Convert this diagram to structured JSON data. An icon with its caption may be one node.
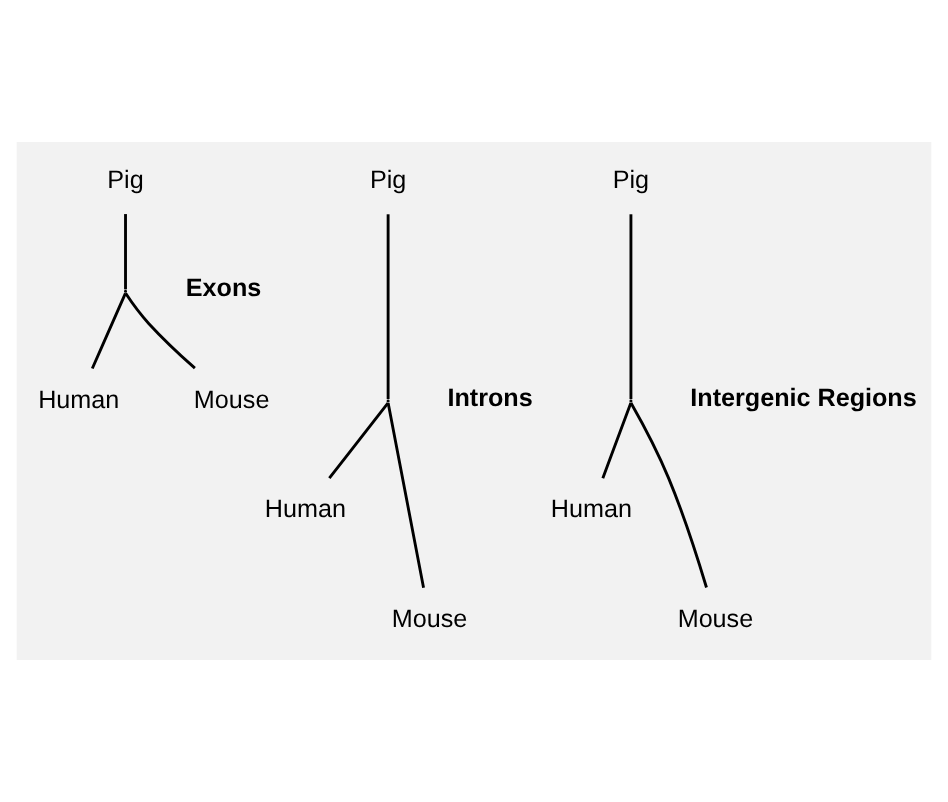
{
  "diagram": {
    "nodes": [
      {
        "text": [
          "Pig"
        ]
      },
      {
        "text": [],
        "shape": "point"
      },
      {
        "text": [
          "Human"
        ]
      },
      {
        "text": [
          "Mouse"
        ]
      },
      {
        "text": [
          "Pig"
        ]
      },
      {
        "text": [],
        "shape": "point"
      },
      {
        "text": [
          "Human"
        ]
      },
      {
        "text": [
          "Mouse"
        ]
      },
      {
        "text": [
          "Pig"
        ]
      },
      {
        "text": [],
        "shape": "point"
      },
      {
        "text": [
          "Human"
        ]
      },
      {
        "text": [
          "Mouse"
        ]
      }
    ],
    "edges": [
      {
        "from": 1,
        "to": 0,
        "arrow": "none"
      },
      {
        "from": 1,
        "to": 2,
        "arrow": "none"
      },
      {
        "from": 1,
        "to": 3,
        "arrow": "none"
      },
      {
        "from": 5,
        "to": 4,
        "arrow": "none"
      },
      {
        "from": 5,
        "to": 6,
        "arrow": "none"
      },
      {
        "from": 5,
        "to": 7,
        "arrow": "none"
      },
      {
        "from": 9,
        "to": 8,
        "arrow": "none"
      },
      {
        "from": 9,
        "to": 10,
        "arrow": "none"
      },
      {
        "from": 9,
        "to": 11,
        "arrow": "none"
      }
    ],
    "labels": [
      "Exons",
      "Introns",
      "Intergenic Regions"
    ]
  }
}
